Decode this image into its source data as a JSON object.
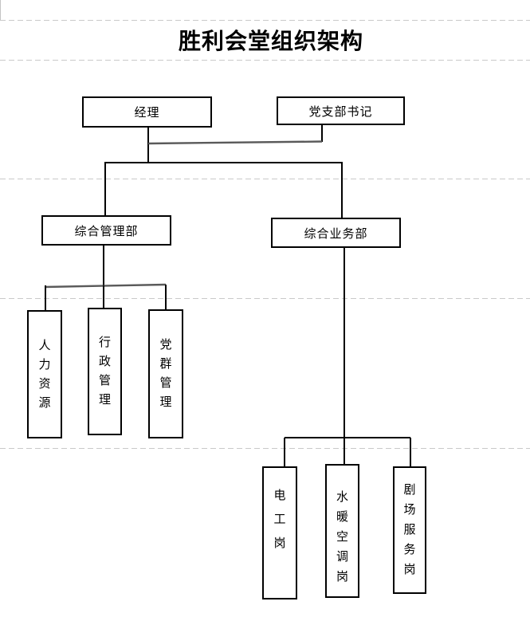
{
  "page_title": "胜利会堂组织架构",
  "org": {
    "nodes": {
      "manager": "经理",
      "secretary": "党支部书记",
      "mgmt_dept": "综合管理部",
      "biz_dept": "综合业务部",
      "hr": "人力资源",
      "admin": "行政管理",
      "party_mass": "党群管理",
      "electrician": "电工岗",
      "hvac": "水暖空调岗",
      "theater_service": "剧场服务岗"
    },
    "edges": [
      {
        "from": "manager",
        "to": "secretary",
        "type": "peer-link"
      },
      {
        "from": "manager",
        "to": "mgmt_dept",
        "type": "reports"
      },
      {
        "from": "manager",
        "to": "biz_dept",
        "type": "reports"
      },
      {
        "from": "mgmt_dept",
        "to": "hr",
        "type": "reports"
      },
      {
        "from": "mgmt_dept",
        "to": "admin",
        "type": "reports"
      },
      {
        "from": "mgmt_dept",
        "to": "party_mass",
        "type": "reports"
      },
      {
        "from": "biz_dept",
        "to": "electrician",
        "type": "reports"
      },
      {
        "from": "biz_dept",
        "to": "hvac",
        "type": "reports"
      },
      {
        "from": "biz_dept",
        "to": "theater_service",
        "type": "reports"
      }
    ]
  },
  "colors": {
    "box_border": "#000000",
    "connector": "#000000",
    "hand_drawn_connector": "#5a5a5a",
    "gridline": "#c9c9c9",
    "text": "#000000",
    "background": "#ffffff"
  }
}
